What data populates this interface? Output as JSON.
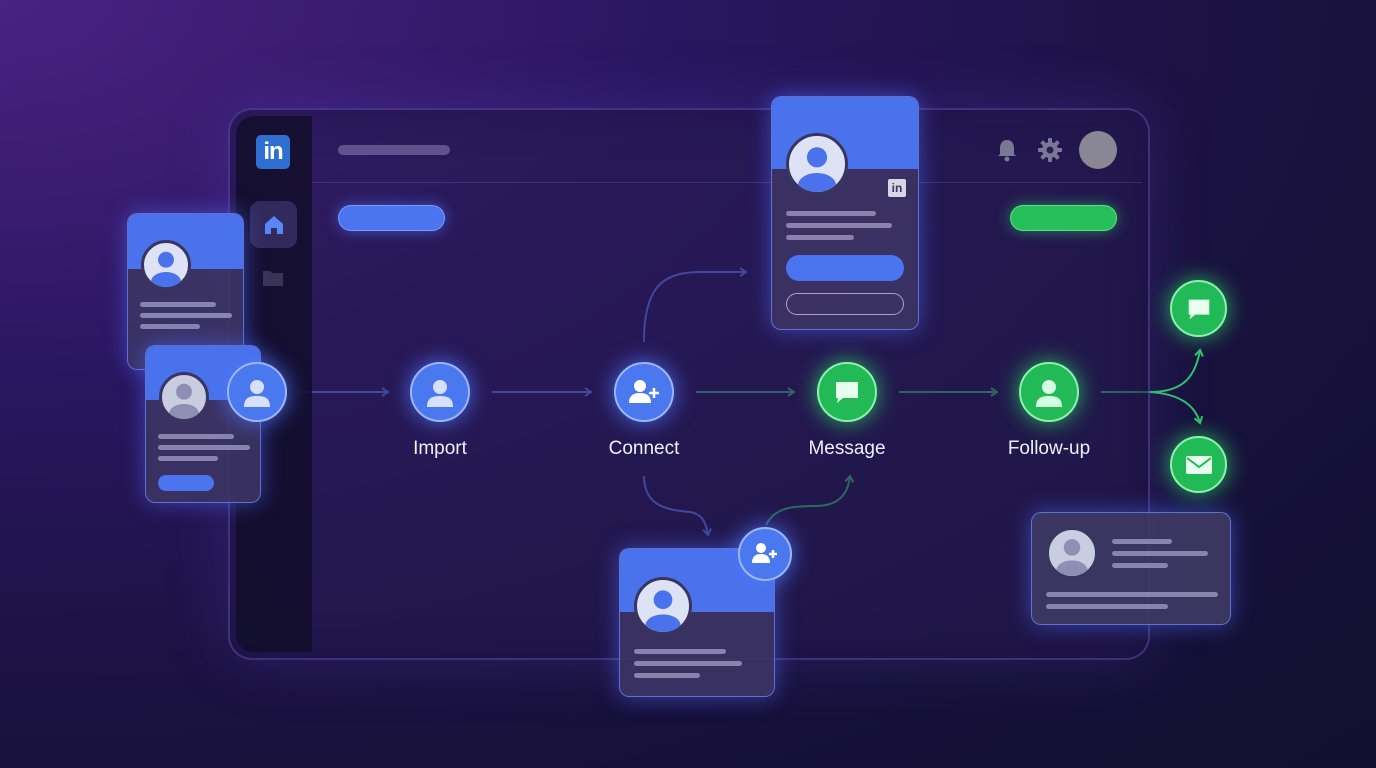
{
  "app": {
    "logo_text": "in"
  },
  "flow": {
    "steps": [
      {
        "label": "Import",
        "icon": "user-icon",
        "color": "#4a78ee"
      },
      {
        "label": "Connect",
        "icon": "add-user-icon",
        "color": "#4a78ee"
      },
      {
        "label": "Message",
        "icon": "chat-icon",
        "color": "#22b957"
      },
      {
        "label": "Follow-up",
        "icon": "user-icon",
        "color": "#22b957"
      }
    ],
    "outcomes": [
      {
        "icon": "chat-icon",
        "color": "#22b957"
      },
      {
        "icon": "mail-icon",
        "color": "#22b957"
      }
    ]
  },
  "featured_card": {
    "badge_text": "in"
  },
  "colors": {
    "accent_blue": "#4b74f0",
    "accent_green": "#25c05a",
    "background": "#1a1240"
  }
}
